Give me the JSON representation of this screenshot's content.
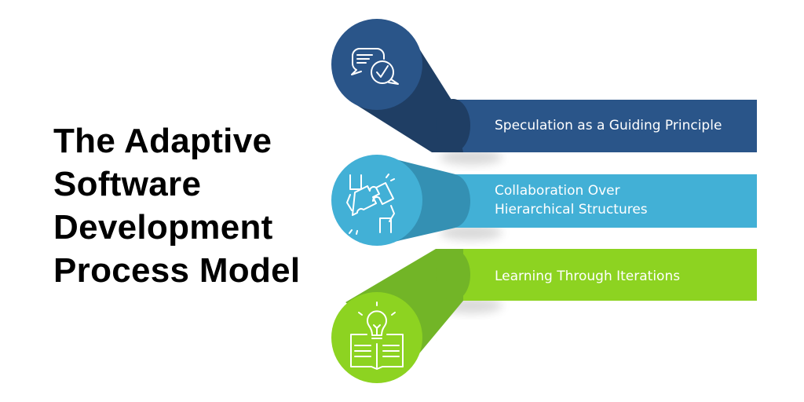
{
  "title": {
    "lines": [
      "The Adaptive",
      "Software",
      "Development",
      "Process Model"
    ]
  },
  "items": [
    {
      "label_lines": [
        "Speculation as a Guiding Principle"
      ],
      "icon": "chat-check-icon",
      "color": "#2a5589",
      "shade": "#1f3e64"
    },
    {
      "label_lines": [
        "Collaboration Over",
        "Hierarchical Structures"
      ],
      "icon": "puzzle-hands-icon",
      "color": "#42b0d6",
      "shade": "#3490b3"
    },
    {
      "label_lines": [
        "Learning Through Iterations"
      ],
      "icon": "lightbulb-book-icon",
      "color": "#8dd321",
      "shade": "#72b527"
    }
  ]
}
